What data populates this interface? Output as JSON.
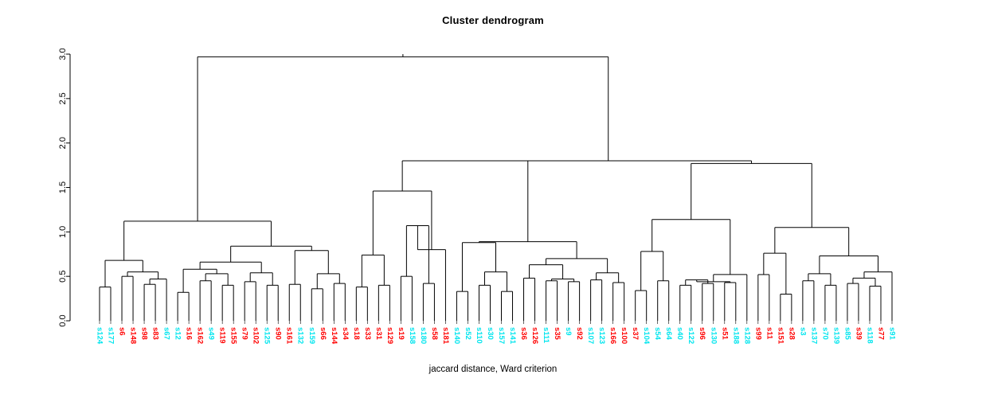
{
  "title": "Cluster dendrogram",
  "xlabel": "jaccard distance, Ward criterion",
  "ylabel": "",
  "colors": {
    "group_a": "#00e5ee",
    "group_b": "#ff0000",
    "line": "#000000",
    "background": "#ffffff"
  },
  "chart_data": {
    "type": "dendrogram",
    "title": "Cluster dendrogram",
    "xlabel": "jaccard distance, Ward criterion",
    "ylabel": "",
    "ylim": [
      0.0,
      3.0
    ],
    "yticks": [
      "0.0",
      "0.5",
      "1.0",
      "1.5",
      "2.0",
      "2.5",
      "3.0"
    ],
    "ytick_values": [
      0.0,
      0.5,
      1.0,
      1.5,
      2.0,
      2.5,
      3.0
    ],
    "grid": false,
    "legend": "none",
    "n_leaves": 72,
    "root_height": 3.0,
    "leaves": [
      {
        "label": "s124",
        "color": "group_a"
      },
      {
        "label": "s177",
        "color": "group_a"
      },
      {
        "label": "s6",
        "color": "group_b"
      },
      {
        "label": "s148",
        "color": "group_b"
      },
      {
        "label": "s98",
        "color": "group_b"
      },
      {
        "label": "s83",
        "color": "group_b"
      },
      {
        "label": "s67",
        "color": "group_a"
      },
      {
        "label": "s12",
        "color": "group_a"
      },
      {
        "label": "s16",
        "color": "group_b"
      },
      {
        "label": "s162",
        "color": "group_b"
      },
      {
        "label": "s49",
        "color": "group_a"
      },
      {
        "label": "s119",
        "color": "group_b"
      },
      {
        "label": "s155",
        "color": "group_b"
      },
      {
        "label": "s79",
        "color": "group_b"
      },
      {
        "label": "s102",
        "color": "group_b"
      },
      {
        "label": "s125",
        "color": "group_a"
      },
      {
        "label": "s90",
        "color": "group_b"
      },
      {
        "label": "s161",
        "color": "group_b"
      },
      {
        "label": "s132",
        "color": "group_a"
      },
      {
        "label": "s159",
        "color": "group_a"
      },
      {
        "label": "s66",
        "color": "group_b"
      },
      {
        "label": "s144",
        "color": "group_b"
      },
      {
        "label": "s34",
        "color": "group_b"
      },
      {
        "label": "s18",
        "color": "group_b"
      },
      {
        "label": "s33",
        "color": "group_b"
      },
      {
        "label": "s31",
        "color": "group_b"
      },
      {
        "label": "s129",
        "color": "group_b"
      },
      {
        "label": "s19",
        "color": "group_b"
      },
      {
        "label": "s158",
        "color": "group_a"
      },
      {
        "label": "s180",
        "color": "group_a"
      },
      {
        "label": "s58",
        "color": "group_b"
      },
      {
        "label": "s181",
        "color": "group_b"
      },
      {
        "label": "s140",
        "color": "group_a"
      },
      {
        "label": "s52",
        "color": "group_a"
      },
      {
        "label": "s110",
        "color": "group_a"
      },
      {
        "label": "s30",
        "color": "group_a"
      },
      {
        "label": "s157",
        "color": "group_a"
      },
      {
        "label": "s141",
        "color": "group_a"
      },
      {
        "label": "s36",
        "color": "group_b"
      },
      {
        "label": "s126",
        "color": "group_b"
      },
      {
        "label": "s111",
        "color": "group_a"
      },
      {
        "label": "s35",
        "color": "group_b"
      },
      {
        "label": "s9",
        "color": "group_a"
      },
      {
        "label": "s92",
        "color": "group_b"
      },
      {
        "label": "s107",
        "color": "group_a"
      },
      {
        "label": "s123",
        "color": "group_a"
      },
      {
        "label": "s166",
        "color": "group_b"
      },
      {
        "label": "s100",
        "color": "group_b"
      },
      {
        "label": "s37",
        "color": "group_b"
      },
      {
        "label": "s104",
        "color": "group_a"
      },
      {
        "label": "s54",
        "color": "group_a"
      },
      {
        "label": "s64",
        "color": "group_a"
      },
      {
        "label": "s40",
        "color": "group_a"
      },
      {
        "label": "s122",
        "color": "group_a"
      },
      {
        "label": "s96",
        "color": "group_b"
      },
      {
        "label": "s130",
        "color": "group_a"
      },
      {
        "label": "s51",
        "color": "group_b"
      },
      {
        "label": "s188",
        "color": "group_a"
      },
      {
        "label": "s128",
        "color": "group_a"
      },
      {
        "label": "s99",
        "color": "group_b"
      },
      {
        "label": "s11",
        "color": "group_b"
      },
      {
        "label": "s151",
        "color": "group_b"
      },
      {
        "label": "s28",
        "color": "group_b"
      },
      {
        "label": "s3",
        "color": "group_a"
      },
      {
        "label": "s137",
        "color": "group_a"
      },
      {
        "label": "s70",
        "color": "group_a"
      },
      {
        "label": "s139",
        "color": "group_a"
      },
      {
        "label": "s85",
        "color": "group_a"
      },
      {
        "label": "s39",
        "color": "group_b"
      },
      {
        "label": "s118",
        "color": "group_a"
      },
      {
        "label": "s77",
        "color": "group_b"
      },
      {
        "label": "s91",
        "color": "group_a"
      }
    ],
    "merges": [
      {
        "id": "m1",
        "left": {
          "leaf": 0
        },
        "right": {
          "leaf": 1
        },
        "height": 0.38
      },
      {
        "id": "m2",
        "left": {
          "leaf": 2
        },
        "right": {
          "leaf": 3
        },
        "height": 0.5
      },
      {
        "id": "m3",
        "left": {
          "leaf": 4
        },
        "right": {
          "leaf": 5
        },
        "height": 0.41
      },
      {
        "id": "m4",
        "left": {
          "node": "m3"
        },
        "right": {
          "leaf": 6
        },
        "height": 0.47
      },
      {
        "id": "m5",
        "left": {
          "node": "m2"
        },
        "right": {
          "node": "m4"
        },
        "height": 0.55
      },
      {
        "id": "m6",
        "left": {
          "node": "m1"
        },
        "right": {
          "node": "m5"
        },
        "height": 0.68
      },
      {
        "id": "m7",
        "left": {
          "leaf": 7
        },
        "right": {
          "leaf": 8
        },
        "height": 0.32
      },
      {
        "id": "m8",
        "left": {
          "leaf": 9
        },
        "right": {
          "leaf": 10
        },
        "height": 0.45
      },
      {
        "id": "m9",
        "left": {
          "leaf": 11
        },
        "right": {
          "leaf": 12
        },
        "height": 0.4
      },
      {
        "id": "m10",
        "left": {
          "node": "m8"
        },
        "right": {
          "node": "m9"
        },
        "height": 0.53
      },
      {
        "id": "m11",
        "left": {
          "node": "m7"
        },
        "right": {
          "node": "m10"
        },
        "height": 0.58
      },
      {
        "id": "m12",
        "left": {
          "leaf": 13
        },
        "right": {
          "leaf": 14
        },
        "height": 0.44
      },
      {
        "id": "m13",
        "left": {
          "leaf": 15
        },
        "right": {
          "leaf": 16
        },
        "height": 0.4
      },
      {
        "id": "m14",
        "left": {
          "node": "m12"
        },
        "right": {
          "node": "m13"
        },
        "height": 0.54
      },
      {
        "id": "m15",
        "left": {
          "node": "m11"
        },
        "right": {
          "node": "m14"
        },
        "height": 0.66
      },
      {
        "id": "m16",
        "left": {
          "leaf": 17
        },
        "right": {
          "leaf": 18
        },
        "height": 0.41
      },
      {
        "id": "m17",
        "left": {
          "leaf": 19
        },
        "right": {
          "leaf": 20
        },
        "height": 0.36
      },
      {
        "id": "m18",
        "left": {
          "leaf": 21
        },
        "right": {
          "leaf": 22
        },
        "height": 0.42
      },
      {
        "id": "m19",
        "left": {
          "node": "m17"
        },
        "right": {
          "node": "m18"
        },
        "height": 0.53
      },
      {
        "id": "m20",
        "left": {
          "node": "m16"
        },
        "right": {
          "node": "m19"
        },
        "height": 0.79
      },
      {
        "id": "m21",
        "left": {
          "node": "m15"
        },
        "right": {
          "node": "m20"
        },
        "height": 0.84
      },
      {
        "id": "m22",
        "left": {
          "node": "m6"
        },
        "right": {
          "node": "m21"
        },
        "height": 1.12
      },
      {
        "id": "m23",
        "left": {
          "leaf": 23
        },
        "right": {
          "leaf": 24
        },
        "height": 0.38
      },
      {
        "id": "m24",
        "left": {
          "leaf": 25
        },
        "right": {
          "leaf": 26
        },
        "height": 0.4
      },
      {
        "id": "m25",
        "left": {
          "node": "m23"
        },
        "right": {
          "node": "m24"
        },
        "height": 0.74
      },
      {
        "id": "m26",
        "left": {
          "leaf": 27
        },
        "right": {
          "leaf": 28
        },
        "height": 0.5
      },
      {
        "id": "m27",
        "left": {
          "leaf": 29
        },
        "right": {
          "leaf": 30
        },
        "height": 0.42
      },
      {
        "id": "m28",
        "left": {
          "node": "m26"
        },
        "right": {
          "node": "m27"
        },
        "height": 1.07
      },
      {
        "id": "m29",
        "left": {
          "node": "m28"
        },
        "right": {
          "leaf": 31
        },
        "height": 0.8
      },
      {
        "id": "m30",
        "left": {
          "node": "m25"
        },
        "right": {
          "node": "m29"
        },
        "height": 1.46
      },
      {
        "id": "m31",
        "left": {
          "leaf": 32
        },
        "right": {
          "leaf": 33
        },
        "height": 0.33
      },
      {
        "id": "m32",
        "left": {
          "leaf": 34
        },
        "right": {
          "leaf": 35
        },
        "height": 0.4
      },
      {
        "id": "m33",
        "left": {
          "leaf": 36
        },
        "right": {
          "leaf": 37
        },
        "height": 0.33
      },
      {
        "id": "m34",
        "left": {
          "node": "m32"
        },
        "right": {
          "node": "m33"
        },
        "height": 0.55
      },
      {
        "id": "m35",
        "left": {
          "node": "m31"
        },
        "right": {
          "node": "m34"
        },
        "height": 0.88
      },
      {
        "id": "m36",
        "left": {
          "leaf": 38
        },
        "right": {
          "leaf": 39
        },
        "height": 0.48
      },
      {
        "id": "m37",
        "left": {
          "leaf": 40
        },
        "right": {
          "leaf": 41
        },
        "height": 0.45
      },
      {
        "id": "m38",
        "left": {
          "leaf": 42
        },
        "right": {
          "leaf": 43
        },
        "height": 0.44
      },
      {
        "id": "m39",
        "left": {
          "node": "m37"
        },
        "right": {
          "node": "m38"
        },
        "height": 0.47
      },
      {
        "id": "m40",
        "left": {
          "node": "m36"
        },
        "right": {
          "node": "m39"
        },
        "height": 0.63
      },
      {
        "id": "m41",
        "left": {
          "leaf": 44
        },
        "right": {
          "leaf": 45
        },
        "height": 0.46
      },
      {
        "id": "m42",
        "left": {
          "leaf": 46
        },
        "right": {
          "leaf": 47
        },
        "height": 0.43
      },
      {
        "id": "m43",
        "left": {
          "node": "m41"
        },
        "right": {
          "node": "m42"
        },
        "height": 0.54
      },
      {
        "id": "m44",
        "left": {
          "node": "m40"
        },
        "right": {
          "node": "m43"
        },
        "height": 0.7
      },
      {
        "id": "m45",
        "left": {
          "node": "m35"
        },
        "right": {
          "node": "m44"
        },
        "height": 0.89
      },
      {
        "id": "m46",
        "left": {
          "node": "m30"
        },
        "right": {
          "node": "m45"
        },
        "height": 1.8
      },
      {
        "id": "m47",
        "left": {
          "leaf": 48
        },
        "right": {
          "leaf": 49
        },
        "height": 0.34
      },
      {
        "id": "m48",
        "left": {
          "leaf": 50
        },
        "right": {
          "leaf": 51
        },
        "height": 0.45
      },
      {
        "id": "m49",
        "left": {
          "node": "m47"
        },
        "right": {
          "node": "m48"
        },
        "height": 0.78
      },
      {
        "id": "m50",
        "left": {
          "leaf": 52
        },
        "right": {
          "leaf": 53
        },
        "height": 0.4
      },
      {
        "id": "m51",
        "left": {
          "leaf": 54
        },
        "right": {
          "leaf": 55
        },
        "height": 0.42
      },
      {
        "id": "m52",
        "left": {
          "node": "m50"
        },
        "right": {
          "node": "m51"
        },
        "height": 0.46
      },
      {
        "id": "m53",
        "left": {
          "leaf": 56
        },
        "right": {
          "leaf": 57
        },
        "height": 0.43
      },
      {
        "id": "m54",
        "left": {
          "node": "m52"
        },
        "right": {
          "node": "m53"
        },
        "height": 0.44
      },
      {
        "id": "m55",
        "left": {
          "node": "m54"
        },
        "right": {
          "leaf": 58
        },
        "height": 0.52
      },
      {
        "id": "m56",
        "left": {
          "node": "m49"
        },
        "right": {
          "node": "m55"
        },
        "height": 1.14
      },
      {
        "id": "m57",
        "left": {
          "leaf": 59
        },
        "right": {
          "leaf": 60
        },
        "height": 0.52
      },
      {
        "id": "m58",
        "left": {
          "leaf": 61
        },
        "right": {
          "leaf": 62
        },
        "height": 0.3
      },
      {
        "id": "m59",
        "left": {
          "node": "m57"
        },
        "right": {
          "node": "m58"
        },
        "height": 0.76
      },
      {
        "id": "m60",
        "left": {
          "leaf": 63
        },
        "right": {
          "leaf": 64
        },
        "height": 0.45
      },
      {
        "id": "m61",
        "left": {
          "leaf": 65
        },
        "right": {
          "leaf": 66
        },
        "height": 0.4
      },
      {
        "id": "m62",
        "left": {
          "node": "m60"
        },
        "right": {
          "node": "m61"
        },
        "height": 0.53
      },
      {
        "id": "m63",
        "left": {
          "leaf": 67
        },
        "right": {
          "leaf": 68
        },
        "height": 0.42
      },
      {
        "id": "m64",
        "left": {
          "leaf": 69
        },
        "right": {
          "leaf": 70
        },
        "height": 0.39
      },
      {
        "id": "m65",
        "left": {
          "node": "m63"
        },
        "right": {
          "node": "m64"
        },
        "height": 0.48
      },
      {
        "id": "m66",
        "left": {
          "node": "m65"
        },
        "right": {
          "leaf": 71
        },
        "height": 0.55
      },
      {
        "id": "m67",
        "left": {
          "node": "m62"
        },
        "right": {
          "node": "m66"
        },
        "height": 0.73
      },
      {
        "id": "m68",
        "left": {
          "node": "m59"
        },
        "right": {
          "node": "m67"
        },
        "height": 1.05
      },
      {
        "id": "m69",
        "left": {
          "node": "m56"
        },
        "right": {
          "node": "m68"
        },
        "height": 1.77
      },
      {
        "id": "m70",
        "left": {
          "node": "m46"
        },
        "right": {
          "node": "m69"
        },
        "height": 1.8
      },
      {
        "id": "m71",
        "left": {
          "node": "m22"
        },
        "right": {
          "node": "m70"
        },
        "height": 2.97
      }
    ]
  }
}
